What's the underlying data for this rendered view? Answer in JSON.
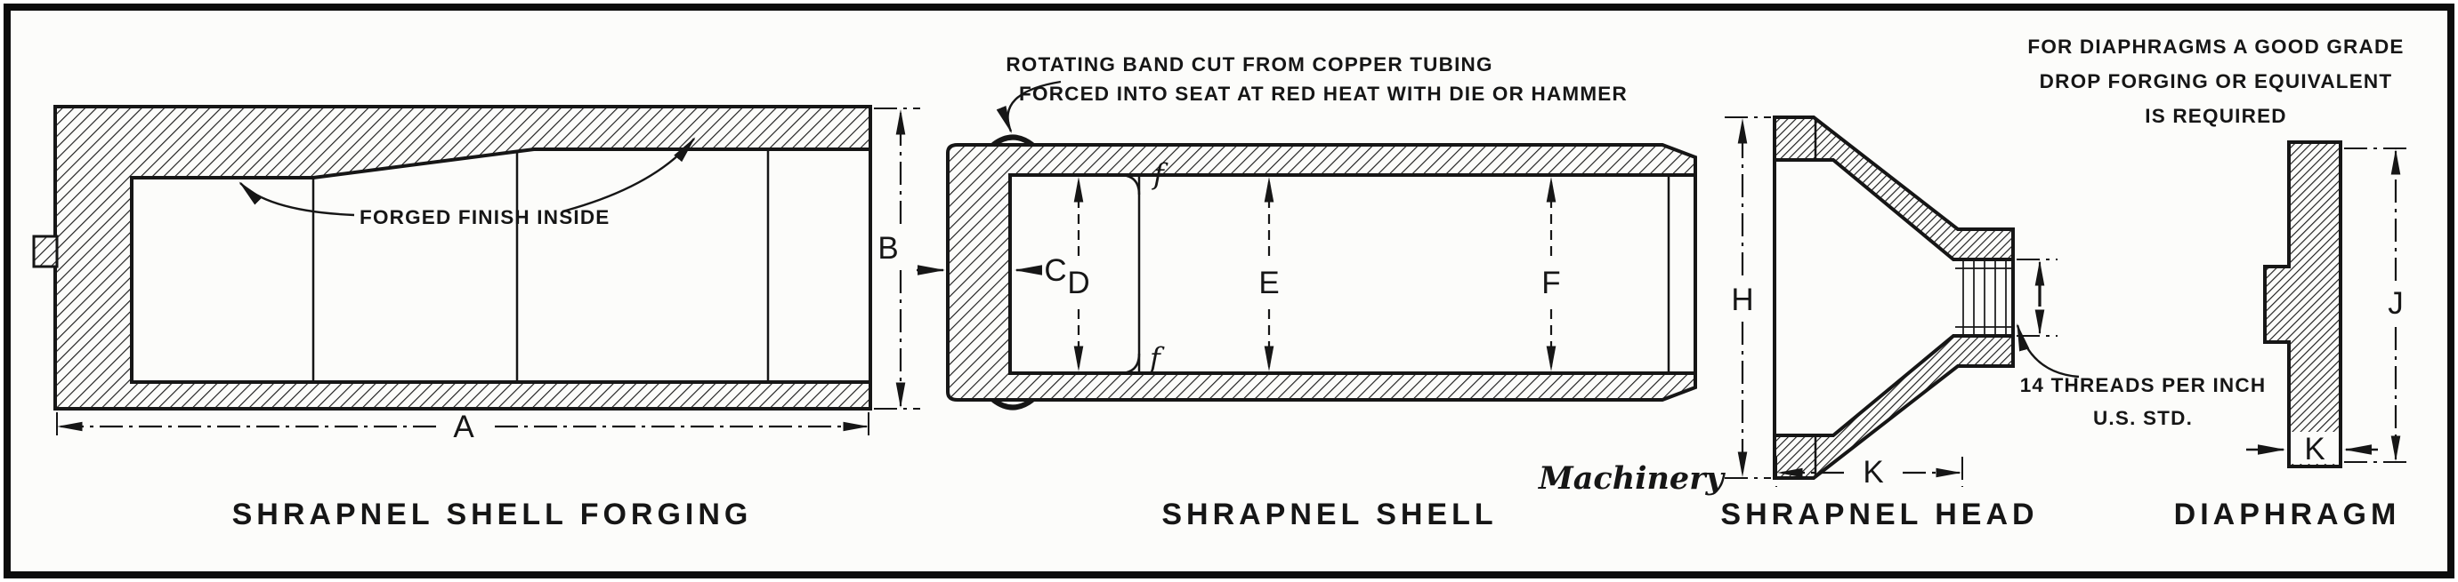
{
  "palette": {
    "paper": "#fcfcfa",
    "ink": "#161616"
  },
  "credit": "Machinery",
  "drawings": {
    "forging": {
      "caption": "SHRAPNEL SHELL FORGING",
      "annotation": "FORGED FINISH INSIDE",
      "dims": {
        "length": "A",
        "diameter": "B"
      }
    },
    "shell": {
      "caption": "SHRAPNEL SHELL",
      "band_note_line1": "ROTATING BAND CUT FROM COPPER TUBING",
      "band_note_line2": "FORCED INTO SEAT AT RED HEAT WITH DIE OR HAMMER",
      "dims": {
        "base_thickness": "C",
        "bore_rear": "D",
        "bore_middle": "E",
        "bore_front": "F",
        "fillet_top": "f",
        "fillet_bottom": "f"
      }
    },
    "head": {
      "caption": "SHRAPNEL HEAD",
      "thread_note_line1": "14 THREADS PER INCH",
      "thread_note_line2": "U.S. STD.",
      "dims": {
        "diameter": "H",
        "socket_bore": "I",
        "length": "K"
      }
    },
    "diaphragm": {
      "caption": "DIAPHRAGM",
      "note_line1": "FOR DIAPHRAGMS A GOOD GRADE",
      "note_line2": "DROP FORGING OR EQUIVALENT",
      "note_line3": "IS REQUIRED",
      "dims": {
        "diameter": "J",
        "thickness": "K"
      }
    }
  }
}
